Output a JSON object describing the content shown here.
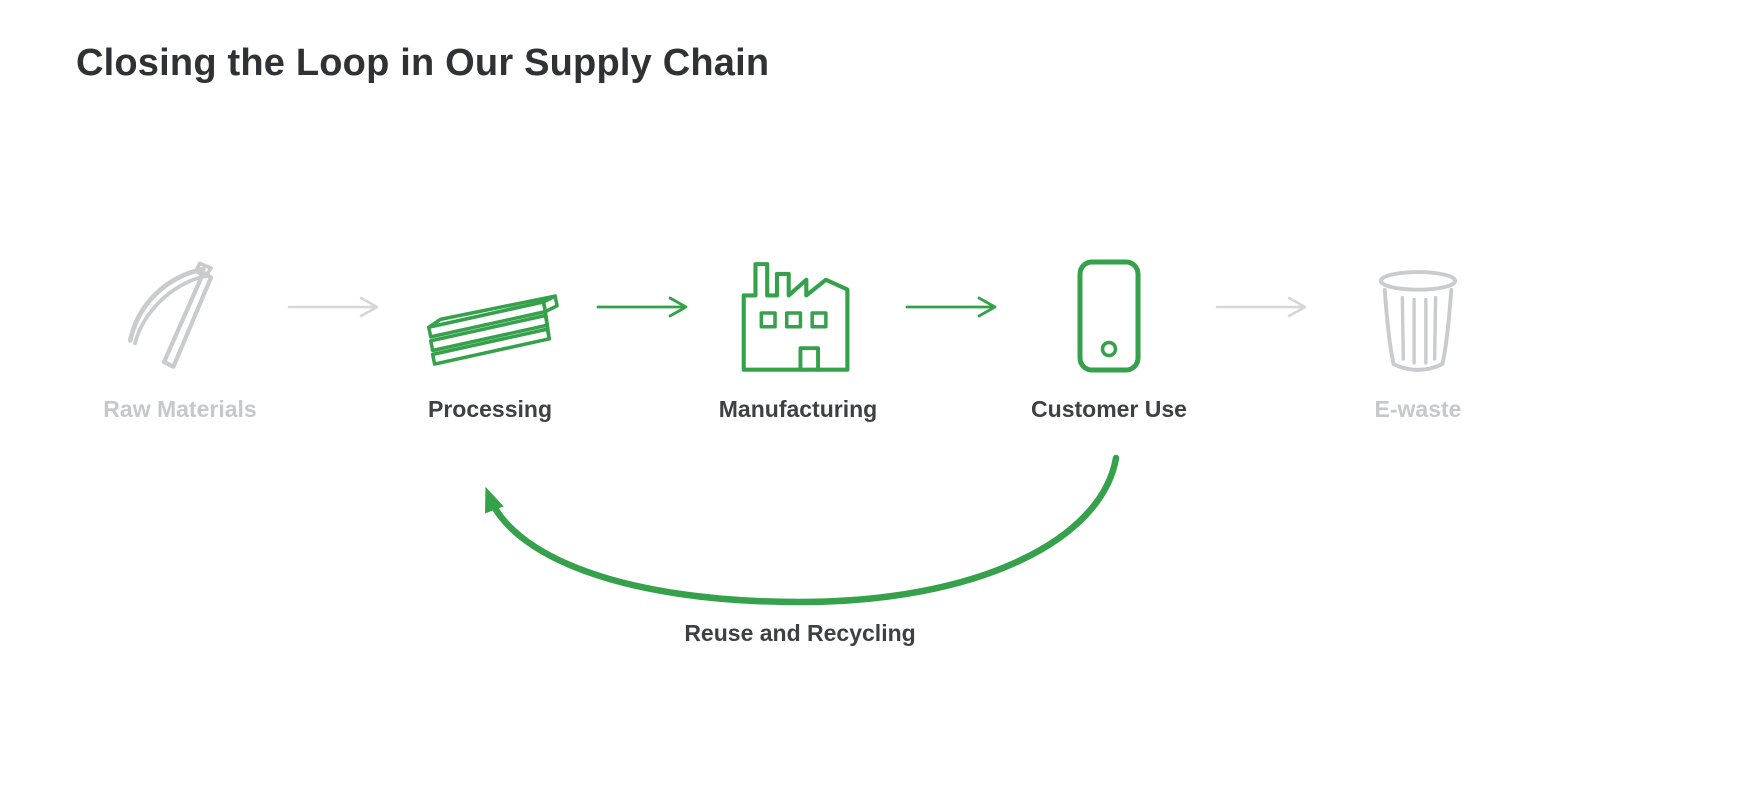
{
  "title": "Closing the Loop in Our Supply Chain",
  "colors": {
    "active_green": "#35A14B",
    "inactive_icon_gray": "#C9CBCD",
    "inactive_text_gray": "#C6C8CA",
    "arrow_gray": "#D4D6D8",
    "label_dark": "#3E4043",
    "title_dark": "#303134",
    "background": "#FFFFFF"
  },
  "stages": [
    {
      "label": "Raw Materials",
      "icon": "pickaxe-icon",
      "state": "inactive"
    },
    {
      "label": "Processing",
      "icon": "ingot-stack-icon",
      "state": "active"
    },
    {
      "label": "Manufacturing",
      "icon": "factory-icon",
      "state": "active"
    },
    {
      "label": "Customer Use",
      "icon": "smartphone-icon",
      "state": "active"
    },
    {
      "label": "E-waste",
      "icon": "trash-can-icon",
      "state": "inactive"
    }
  ],
  "connectors": [
    {
      "from": "Raw Materials",
      "to": "Processing",
      "state": "inactive"
    },
    {
      "from": "Processing",
      "to": "Manufacturing",
      "state": "active"
    },
    {
      "from": "Manufacturing",
      "to": "Customer Use",
      "state": "active"
    },
    {
      "from": "Customer Use",
      "to": "E-waste",
      "state": "inactive"
    }
  ],
  "loop": {
    "label": "Reuse and Recycling",
    "from": "Customer Use",
    "to": "Processing",
    "state": "active"
  }
}
